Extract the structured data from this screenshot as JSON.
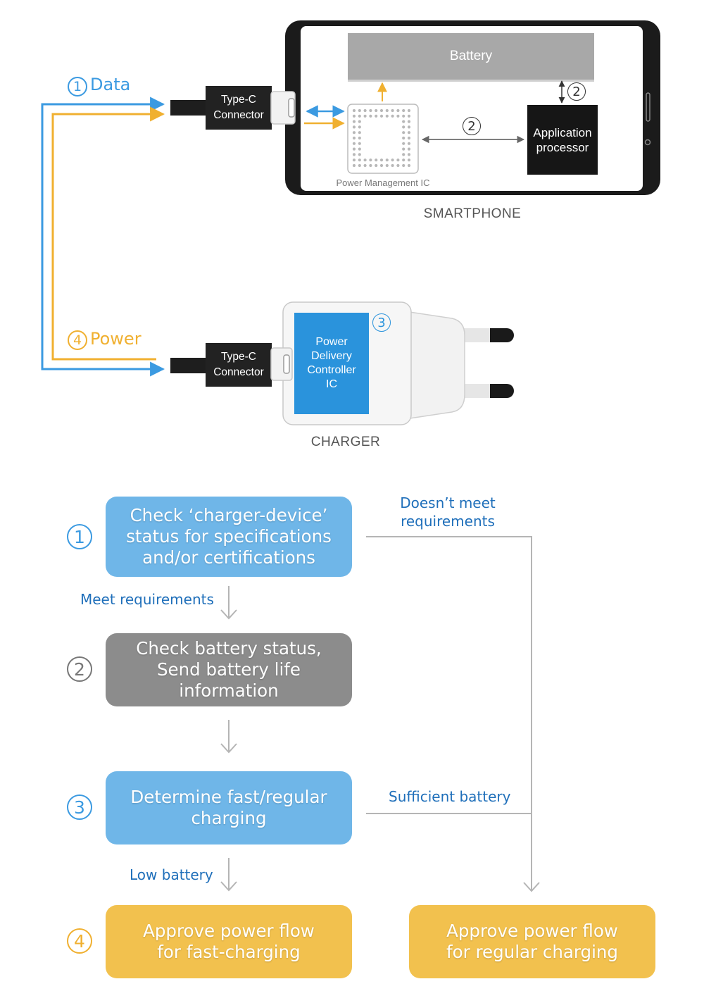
{
  "colors": {
    "data_blue": "#3b9ae1",
    "power_orange": "#f0b030",
    "box_blue": "#6fb6e8",
    "box_gray": "#8c8c8c",
    "box_yellow": "#f2c14e",
    "label_blue": "#1f6fba"
  },
  "legend": {
    "data_number": "1",
    "data_label": "Data",
    "power_number": "4",
    "power_label": "Power"
  },
  "smartphone": {
    "title": "SMARTPHONE",
    "connector_line1": "Type-C",
    "connector_line2": "Connector",
    "battery": "Battery",
    "pmic": "Power Management IC",
    "ap_line1": "Application",
    "ap_line2": "processor",
    "step_battery_ap": "2",
    "step_pmic_ap": "2"
  },
  "charger": {
    "title": "CHARGER",
    "connector_line1": "Type-C",
    "connector_line2": "Connector",
    "pd_line1": "Power",
    "pd_line2": "Delivery",
    "pd_line3": "Controller",
    "pd_line4": "IC",
    "step": "3"
  },
  "flow": {
    "steps": [
      {
        "number": "1",
        "line1": "Check ‘charger-device’",
        "line2": "status for specifications",
        "line3": "and/or certifications"
      },
      {
        "number": "2",
        "line1": "Check battery status,",
        "line2": "Send battery life information"
      },
      {
        "number": "3",
        "line1": "Determine fast/regular",
        "line2": "charging"
      },
      {
        "number": "4",
        "fast_line1": "Approve power flow",
        "fast_line2": "for fast-charging",
        "regular_line1": "Approve power flow",
        "regular_line2": "for regular charging"
      }
    ],
    "labels": {
      "doesnt_meet_line1": "Doesn’t meet",
      "doesnt_meet_line2": "requirements",
      "meet": "Meet requirements",
      "sufficient": "Sufficient battery",
      "low": "Low battery"
    }
  }
}
